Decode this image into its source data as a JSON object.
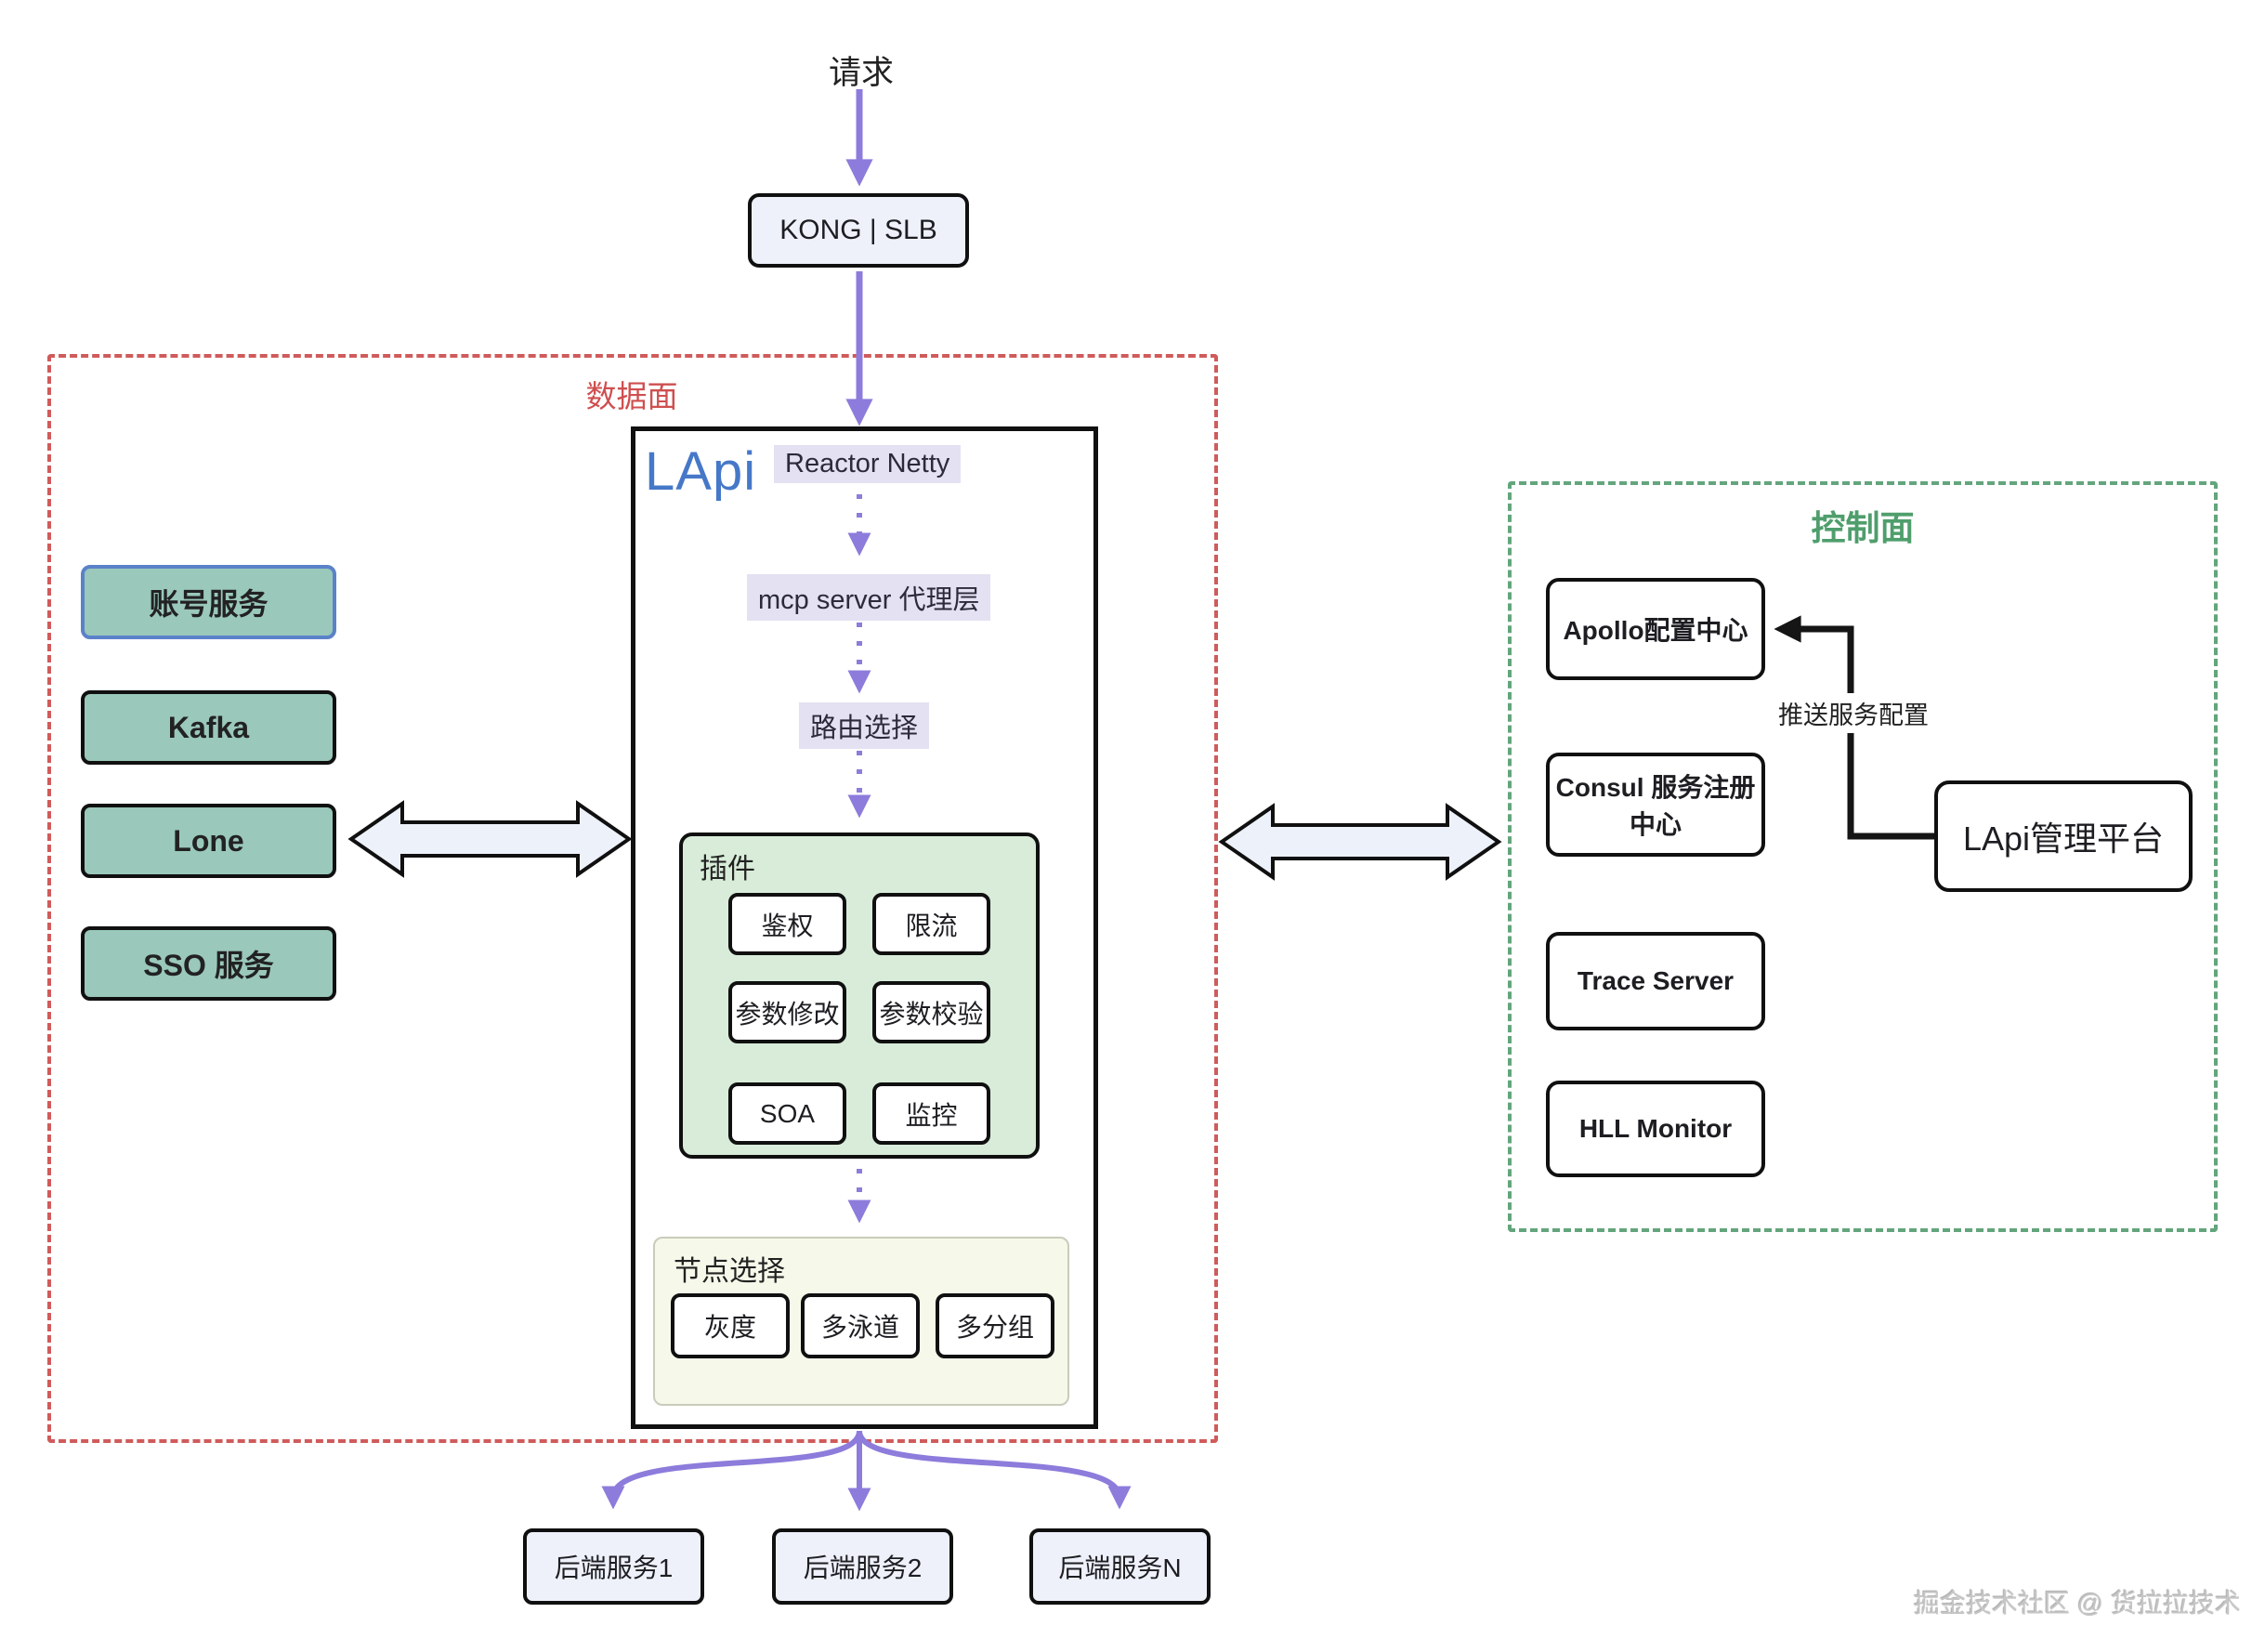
{
  "top": {
    "request": "请求",
    "gateway": "KONG | SLB"
  },
  "data_plane": {
    "label": "数据面",
    "lapi_title": "LApi",
    "stages": {
      "reactor": "Reactor Netty",
      "mcp": "mcp server 代理层",
      "route": "路由选择"
    },
    "plugins": {
      "title": "插件",
      "items": [
        "鉴权",
        "限流",
        "参数修改",
        "参数校验",
        "SOA",
        "监控"
      ]
    },
    "node_select": {
      "title": "节点选择",
      "items": [
        "灰度",
        "多泳道",
        "多分组"
      ]
    }
  },
  "left_services": [
    {
      "label": "账号服务"
    },
    {
      "label": "Kafka"
    },
    {
      "label": "Lone"
    },
    {
      "label": "SSO 服务"
    }
  ],
  "backends": [
    "后端服务1",
    "后端服务2",
    "后端服务N"
  ],
  "control_plane": {
    "label": "控制面",
    "services": [
      "Apollo配置中心",
      "Consul 服务注册中心",
      "Trace Server",
      "HLL Monitor"
    ],
    "management": "LApi管理平台",
    "push_label": "推送服务配置"
  },
  "watermark": "掘金技术社区 @ 货拉拉技术",
  "colors": {
    "arrow_purple": "#8d7cdb",
    "dashed_red": "#d05b5b",
    "dashed_green": "#63a57c",
    "control_title_green": "#4f9e6c",
    "data_label_red": "#cf4f4f",
    "service_teal_fill": "#9ac8bb",
    "service_accent_border": "#5b82c9",
    "plugins_green_fill": "#d8ecd9",
    "node_select_fill": "#f6f8ea",
    "lavender_box_fill": "#eef1fa",
    "stage_label_bg": "#e4e1f2",
    "lapi_blue": "#4678c8"
  }
}
